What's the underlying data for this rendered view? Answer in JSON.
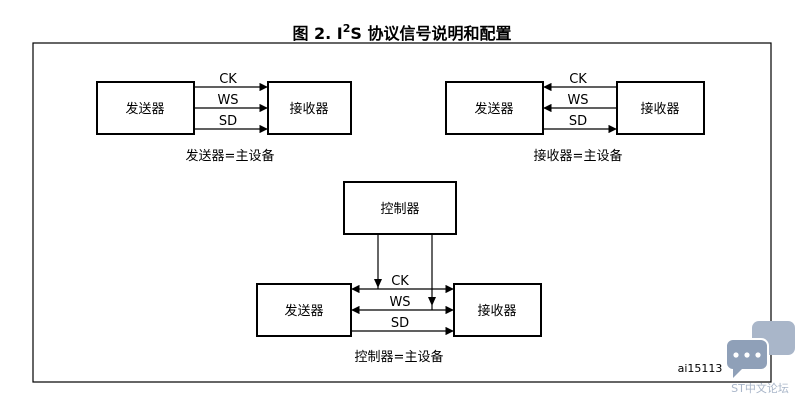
{
  "title": {
    "prefix": "图 2. I",
    "sup": "2",
    "suffix": "S 协议信号说明和配置"
  },
  "boxes": {
    "transmitter": "发送器",
    "receiver": "接收器",
    "controller": "控制器"
  },
  "signals": {
    "ck": "CK",
    "ws": "WS",
    "sd": "SD"
  },
  "captions": {
    "transmitter_master": "发送器=主设备",
    "receiver_master": "接收器=主设备",
    "controller_master": "控制器=主设备"
  },
  "figure_id": "ai15113",
  "watermark": "ST中文论坛",
  "colors": {
    "watermark": "#a9b6c9"
  }
}
